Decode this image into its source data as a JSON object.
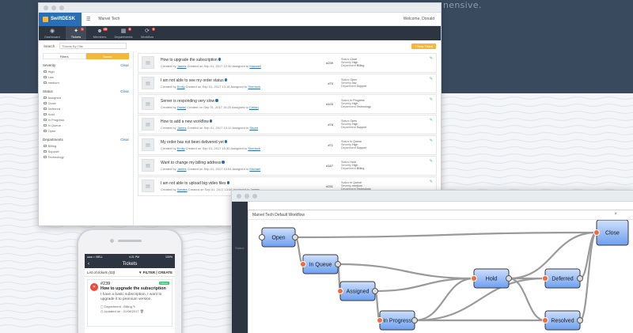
{
  "hero": {
    "tagline": "nensive."
  },
  "desktop": {
    "logo": "SwiftDESK",
    "title": "Marvel Tech",
    "welcome": "Welcome, Donald",
    "nav": [
      {
        "label": "Dashboard",
        "icon": "dashboard-icon",
        "glyph": "◉",
        "badge": ""
      },
      {
        "label": "Tickets",
        "icon": "ticket-icon",
        "glyph": "✦",
        "badge": "1"
      },
      {
        "label": "Members",
        "icon": "members-icon",
        "glyph": "☻",
        "badge": "48"
      },
      {
        "label": "Departments",
        "icon": "departments-icon",
        "glyph": "▦",
        "badge": "8"
      },
      {
        "label": "Workflow",
        "icon": "workflow-icon",
        "glyph": "⟳",
        "badge": "9"
      }
    ],
    "search_label": "Search",
    "search_placeholder": "Tickets By Title",
    "new_ticket": "+ New Ticket",
    "filter_tabs": [
      "Filters",
      "Saved"
    ],
    "clear_label": "Clear",
    "filters": [
      {
        "heading": "Severity",
        "options": [
          "High",
          "Low",
          "medium"
        ]
      },
      {
        "heading": "Status",
        "options": [
          "Assigned",
          "Close",
          "Deferred",
          "Hold",
          "In Progress",
          "In Queue",
          "Open"
        ]
      },
      {
        "heading": "Departments",
        "options": [
          "Billing",
          "Support",
          "Technology"
        ]
      }
    ],
    "tickets": [
      {
        "title": "How to upgrade the subscription",
        "created_label": "Created by",
        "creator": "James",
        "created_on_label": "Created on",
        "date": "Sep 01, 2017 12:30",
        "assigned_label": "Assigned to",
        "assignee": "Maxwell",
        "number": "#239",
        "status": "Close",
        "severity": "High",
        "department": "Billing"
      },
      {
        "title": "I am not able to see my order status",
        "created_label": "Created by",
        "creator": "Emily",
        "created_on_label": "Created on",
        "date": "Sep 01, 2017 13:18",
        "assigned_label": "Assigned to",
        "assignee": "Sherlock",
        "number": "#70",
        "status": "Open",
        "severity": "low",
        "department": "Support"
      },
      {
        "title": "Server is responding very slow",
        "created_label": "Created by",
        "creator": "Daniel",
        "created_on_label": "Created on",
        "date": "Sep 01, 2017 15:20",
        "assigned_label": "Assigned to",
        "assignee": "Ceiran",
        "number": "#103",
        "status": "In Progress",
        "severity": "High",
        "department": "Technology"
      },
      {
        "title": "How to add a new workflow",
        "created_label": "Created by",
        "creator": "James",
        "created_on_label": "Created on",
        "date": "Sep 01, 2017 13:12",
        "assigned_label": "Assigned to",
        "assignee": "Stuart",
        "number": "#78",
        "status": "Open",
        "severity": "High",
        "department": "Support"
      },
      {
        "title": "My order has not been delivered yet",
        "created_label": "Created by",
        "creator": "Emily",
        "created_on_label": "Created on",
        "date": "Sep 01, 2017 15:30",
        "assigned_label": "Assigned to",
        "assignee": "Sherlock",
        "number": "#71",
        "status": "In Queue",
        "severity": "High",
        "department": "Support"
      },
      {
        "title": "Want to change my billing address",
        "created_label": "Created by",
        "creator": "James",
        "created_on_label": "Created on",
        "date": "Sep 01, 2017 13:04",
        "assigned_label": "Assigned to",
        "assignee": "Michael",
        "number": "#167",
        "status": "Hold",
        "severity": "High",
        "department": "Billing"
      },
      {
        "title": "I am not able to upload big video files",
        "created_label": "Created by",
        "creator": "Sandra",
        "created_on_label": "Created on",
        "date": "Sep 01, 2017 13:06",
        "assigned_label": "Assigned to",
        "assignee": "James",
        "number": "#231",
        "status": "In Queue",
        "severity": "medium",
        "department": "Technology"
      }
    ],
    "status_labels": {
      "status": "Status",
      "severity": "Severity",
      "department": "Department"
    }
  },
  "workflow": {
    "title": "Marvel Tech Default Workflow",
    "side_hint": "Status",
    "nodes": [
      "Open",
      "In Queue",
      "Assigned",
      "In Progress",
      "Hold",
      "Deferred",
      "Resolved",
      "Close"
    ],
    "colors": {
      "node_top": "#cfe0fb",
      "node_bottom": "#6d9ff0",
      "edge": "#9a9a9a",
      "arrow": "#f26b3a"
    }
  },
  "phone": {
    "carrier": "●●●○○ BELL",
    "time": "4:21 PM",
    "battery": "100%",
    "header": "Tickets",
    "list_title": "List of tickets (03)",
    "actions": "FILTER | CREATE",
    "card": {
      "number": "#239",
      "badge": "Closed",
      "title": "How to upgrade the subscription",
      "desc": "I have a basic subscription, I want to upgrade it to premium version.",
      "department": "Department : Billing",
      "updated": "Updated on : 01/08/2017"
    }
  }
}
